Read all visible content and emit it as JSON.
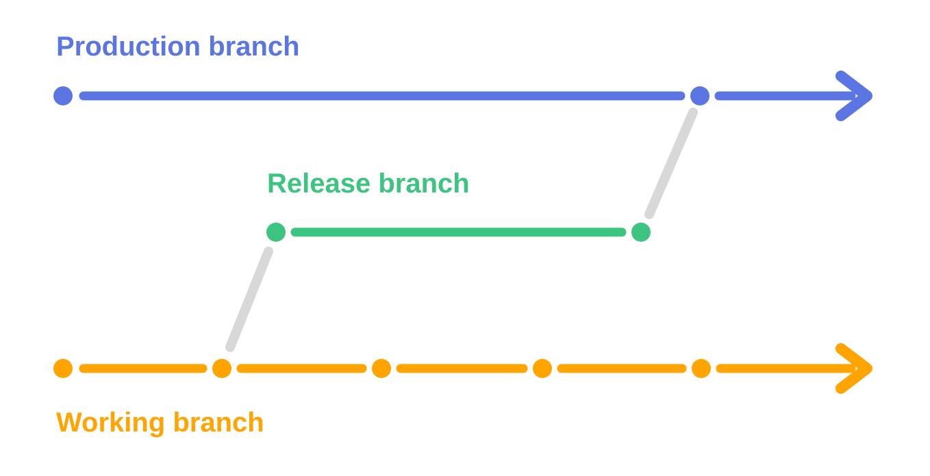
{
  "canvas": {
    "background": "#ffffff"
  },
  "branches": {
    "production": {
      "label": "Production branch",
      "color": "#5b76e2",
      "commit_count": 2,
      "has_arrow": true
    },
    "release": {
      "label": "Release branch",
      "color": "#3ec481",
      "commit_count": 2,
      "has_arrow": false
    },
    "working": {
      "label": "Working branch",
      "color": "#ffa401",
      "commit_count": 5,
      "has_arrow": true
    }
  },
  "connectors": {
    "color": "#d8d8d8",
    "items": [
      {
        "from": "working",
        "to": "release"
      },
      {
        "from": "release",
        "to": "production"
      }
    ]
  }
}
